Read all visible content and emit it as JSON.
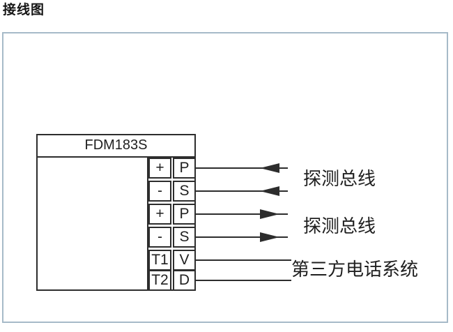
{
  "page": {
    "title": "接线图"
  },
  "device": {
    "name": "FDM183S",
    "terminals": [
      {
        "pin": "+",
        "signal": "P"
      },
      {
        "pin": "-",
        "signal": "S"
      },
      {
        "pin": "+",
        "signal": "P"
      },
      {
        "pin": "-",
        "signal": "S"
      },
      {
        "pin": "T1",
        "signal": "V"
      },
      {
        "pin": "T2",
        "signal": "D"
      }
    ]
  },
  "labels": {
    "detection_bus_in": "探测总线",
    "detection_bus_out": "探测总线",
    "phone_system": "第三方电话系统"
  },
  "colors": {
    "frame_border": "#a6bac8",
    "line": "#2d2d2d",
    "text": "#1f1f1f"
  }
}
